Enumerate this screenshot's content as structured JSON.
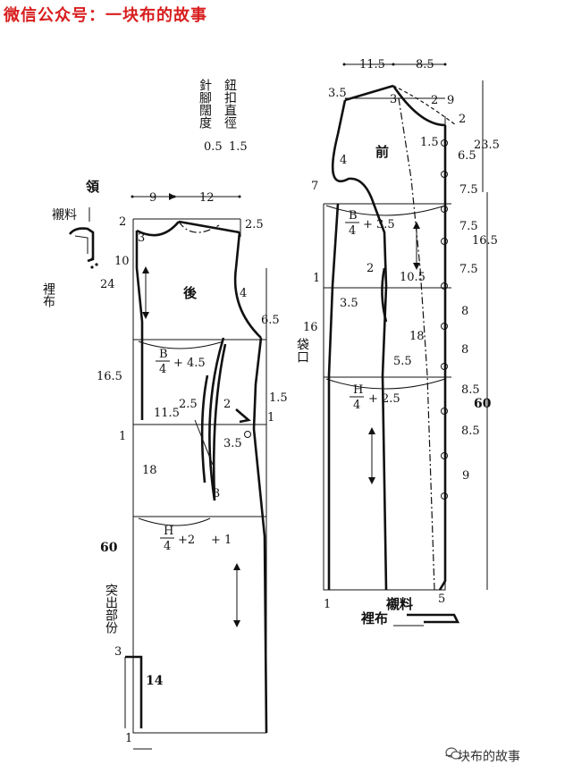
{
  "header": {
    "text": "微信公众号：一块布的故事",
    "color": "#d81e1e"
  },
  "watermark": {
    "text": "一块布的故事",
    "icon": "wechat-icon"
  },
  "legend": {
    "col1_title": "針腳闊度",
    "col2_title": "鈕扣直徑",
    "col1_value": "0.5",
    "col2_value": "1.5"
  },
  "labels": {
    "collar": "領",
    "interfacing": "襯料",
    "lining": "裡布",
    "back": "後",
    "front": "前",
    "pocket": "袋口",
    "protrusion": "突出部份",
    "interfacing_front": "襯料",
    "lining_front": "裡布"
  },
  "back_measures": {
    "top_9": "9",
    "top_12": "12",
    "m2": "2",
    "m25": "2.5",
    "m3": "3",
    "m10": "10",
    "m24": "24",
    "m4": "4",
    "m65": "6.5",
    "bust_plus": "+ 4.5",
    "m165": "16.5",
    "m115": "11.5",
    "m25b": "2.5",
    "m2b": "2",
    "m15": "1.5",
    "m1r": "1",
    "m1": "1",
    "m35": "3.5",
    "m18": "18",
    "m3b": "3",
    "hip_plus2": "+2",
    "hip_plus1": "+ 1",
    "m60": "60",
    "m3c": "3",
    "m14": "14",
    "m1c": "1",
    "frac_num1": "B",
    "frac_den1": "4",
    "frac_num2": "H",
    "frac_den2": "4"
  },
  "front_measures": {
    "top_115": "11.5",
    "top_85": "8.5",
    "m35": "3.5",
    "m3": "3",
    "m2": "2",
    "m9": "9",
    "m2b": "2",
    "m15": "1.5",
    "m235": "23.5",
    "m65": "6.5",
    "m4": "4",
    "m7": "7",
    "m75a": "7.5",
    "bust_plus": "+ 3.5",
    "m75b": "7.5",
    "m165": "16.5",
    "m75c": "7.5",
    "m1": "1",
    "m2c": "2",
    "m105": "10.5",
    "m35b": "3.5",
    "m8a": "8",
    "m16": "16",
    "m18": "18",
    "m8b": "8",
    "m55": "5.5",
    "m85a": "8.5",
    "hip_plus": "+ 2.5",
    "m60": "60",
    "m85b": "8.5",
    "m9b": "9",
    "m1b": "1",
    "m5": "5",
    "frac_num1": "B",
    "frac_den1": "4",
    "frac_num2": "H",
    "frac_den2": "4"
  }
}
